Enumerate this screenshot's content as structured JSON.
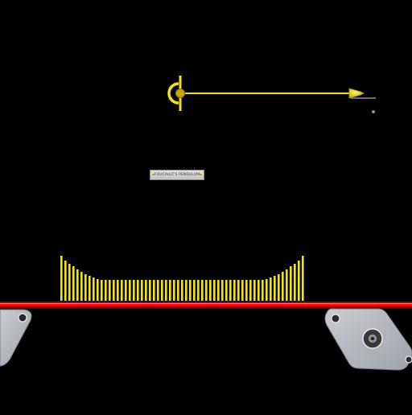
{
  "simulation": {
    "label": "FOUCAULT'S PENDULUM"
  },
  "colors": {
    "background": "#000000",
    "pendulum": "#f2e600",
    "rail": "#e00000",
    "bracket": "#b8bcc2",
    "trace": "#f2e600"
  },
  "icons": {
    "pivot": "pivot-ring-icon",
    "bob": "pendulum-bob-icon",
    "left_bracket": "mounting-bracket-icon",
    "right_bracket": "mounting-bracket-icon",
    "knob": "knob-icon"
  },
  "trace_profile": [
    56,
    50,
    46,
    43,
    39,
    36,
    33,
    31,
    29,
    27,
    26,
    26,
    26,
    26,
    26,
    26,
    26,
    26,
    26,
    26,
    26,
    26,
    26,
    26,
    26,
    26,
    26,
    26,
    26,
    26,
    26,
    26,
    26,
    26,
    26,
    26,
    26,
    26,
    26,
    26,
    26,
    26,
    26,
    26,
    26,
    26,
    26,
    26,
    26,
    26,
    26,
    27,
    29,
    31,
    33,
    36,
    39,
    43,
    46,
    50,
    56
  ]
}
